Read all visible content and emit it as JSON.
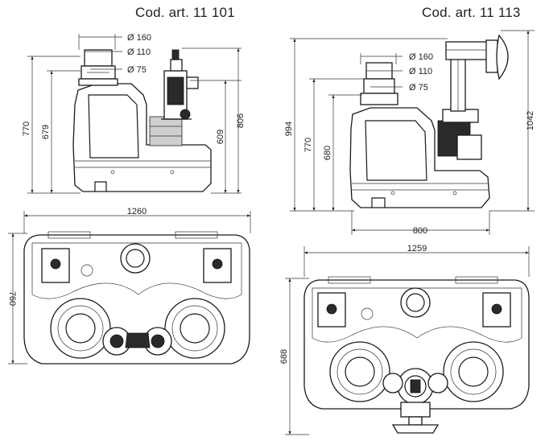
{
  "models": [
    {
      "code_label": "Cod. art. 11 101",
      "side_dims": {
        "d160": "Ø 160",
        "d110": "Ø 110",
        "d75": "Ø 75",
        "h770": "770",
        "h679": "679",
        "h609": "609",
        "h806": "806"
      },
      "plan_dims": {
        "width": "1260",
        "depth": "760"
      }
    },
    {
      "code_label": "Cod. art. 11 113",
      "side_dims": {
        "d160": "Ø 160",
        "d110": "Ø 110",
        "d75": "Ø 75",
        "h994": "994",
        "h770": "770",
        "h680": "680",
        "h1042": "1042",
        "width": "800"
      },
      "plan_dims": {
        "width": "1259",
        "depth": "688"
      }
    }
  ]
}
